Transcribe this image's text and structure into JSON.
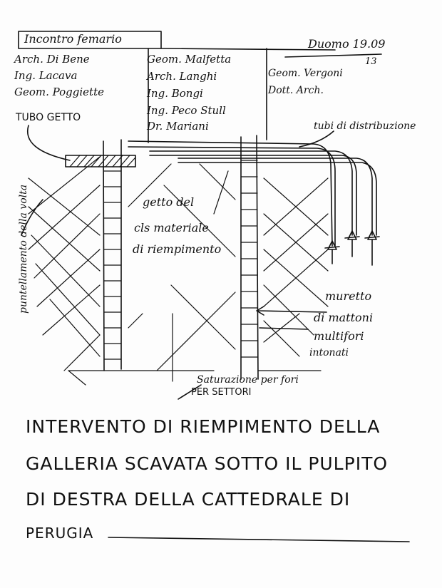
{
  "header": {
    "title": "Incontro femario",
    "date_place": "Duomo 19.09",
    "date_year": "13"
  },
  "attendees": {
    "col1": [
      "Arch. Di Bene",
      "Ing. Lacava",
      "Geom. Poggiette"
    ],
    "col2": [
      "Geom. Malfetta",
      "Arch. Langhi",
      "Ing. Bongi",
      "Ing. Peco Stull",
      "Dr. Mariani"
    ],
    "col3": [
      "Geom. Vergoni",
      "Dott. Arch."
    ]
  },
  "labels": {
    "tubo_getto": "TUBO GETTO",
    "tubi_distribuzione": "tubi di distribuzione",
    "puntellamento": "puntellamento della volta",
    "getto_line1": "getto del",
    "getto_line2": "cls materiale",
    "getto_line3": "di riempimento",
    "muretto_line1": "muretto",
    "muretto_line2": "di mattoni",
    "muretto_line3": "multifori",
    "muretto_line4": "intonati",
    "saturazione_line1": "Saturazione per fori",
    "saturazione_line2": "PER SETTORI"
  },
  "caption": {
    "line1": "INTERVENTO DI RIEMPIMENTO DELLA",
    "line2": "GALLERIA SCAVATA SOTTO IL PULPITO",
    "line3": "DI DESTRA DELLA CATTEDRALE DI",
    "line4": "PERUGIA"
  }
}
